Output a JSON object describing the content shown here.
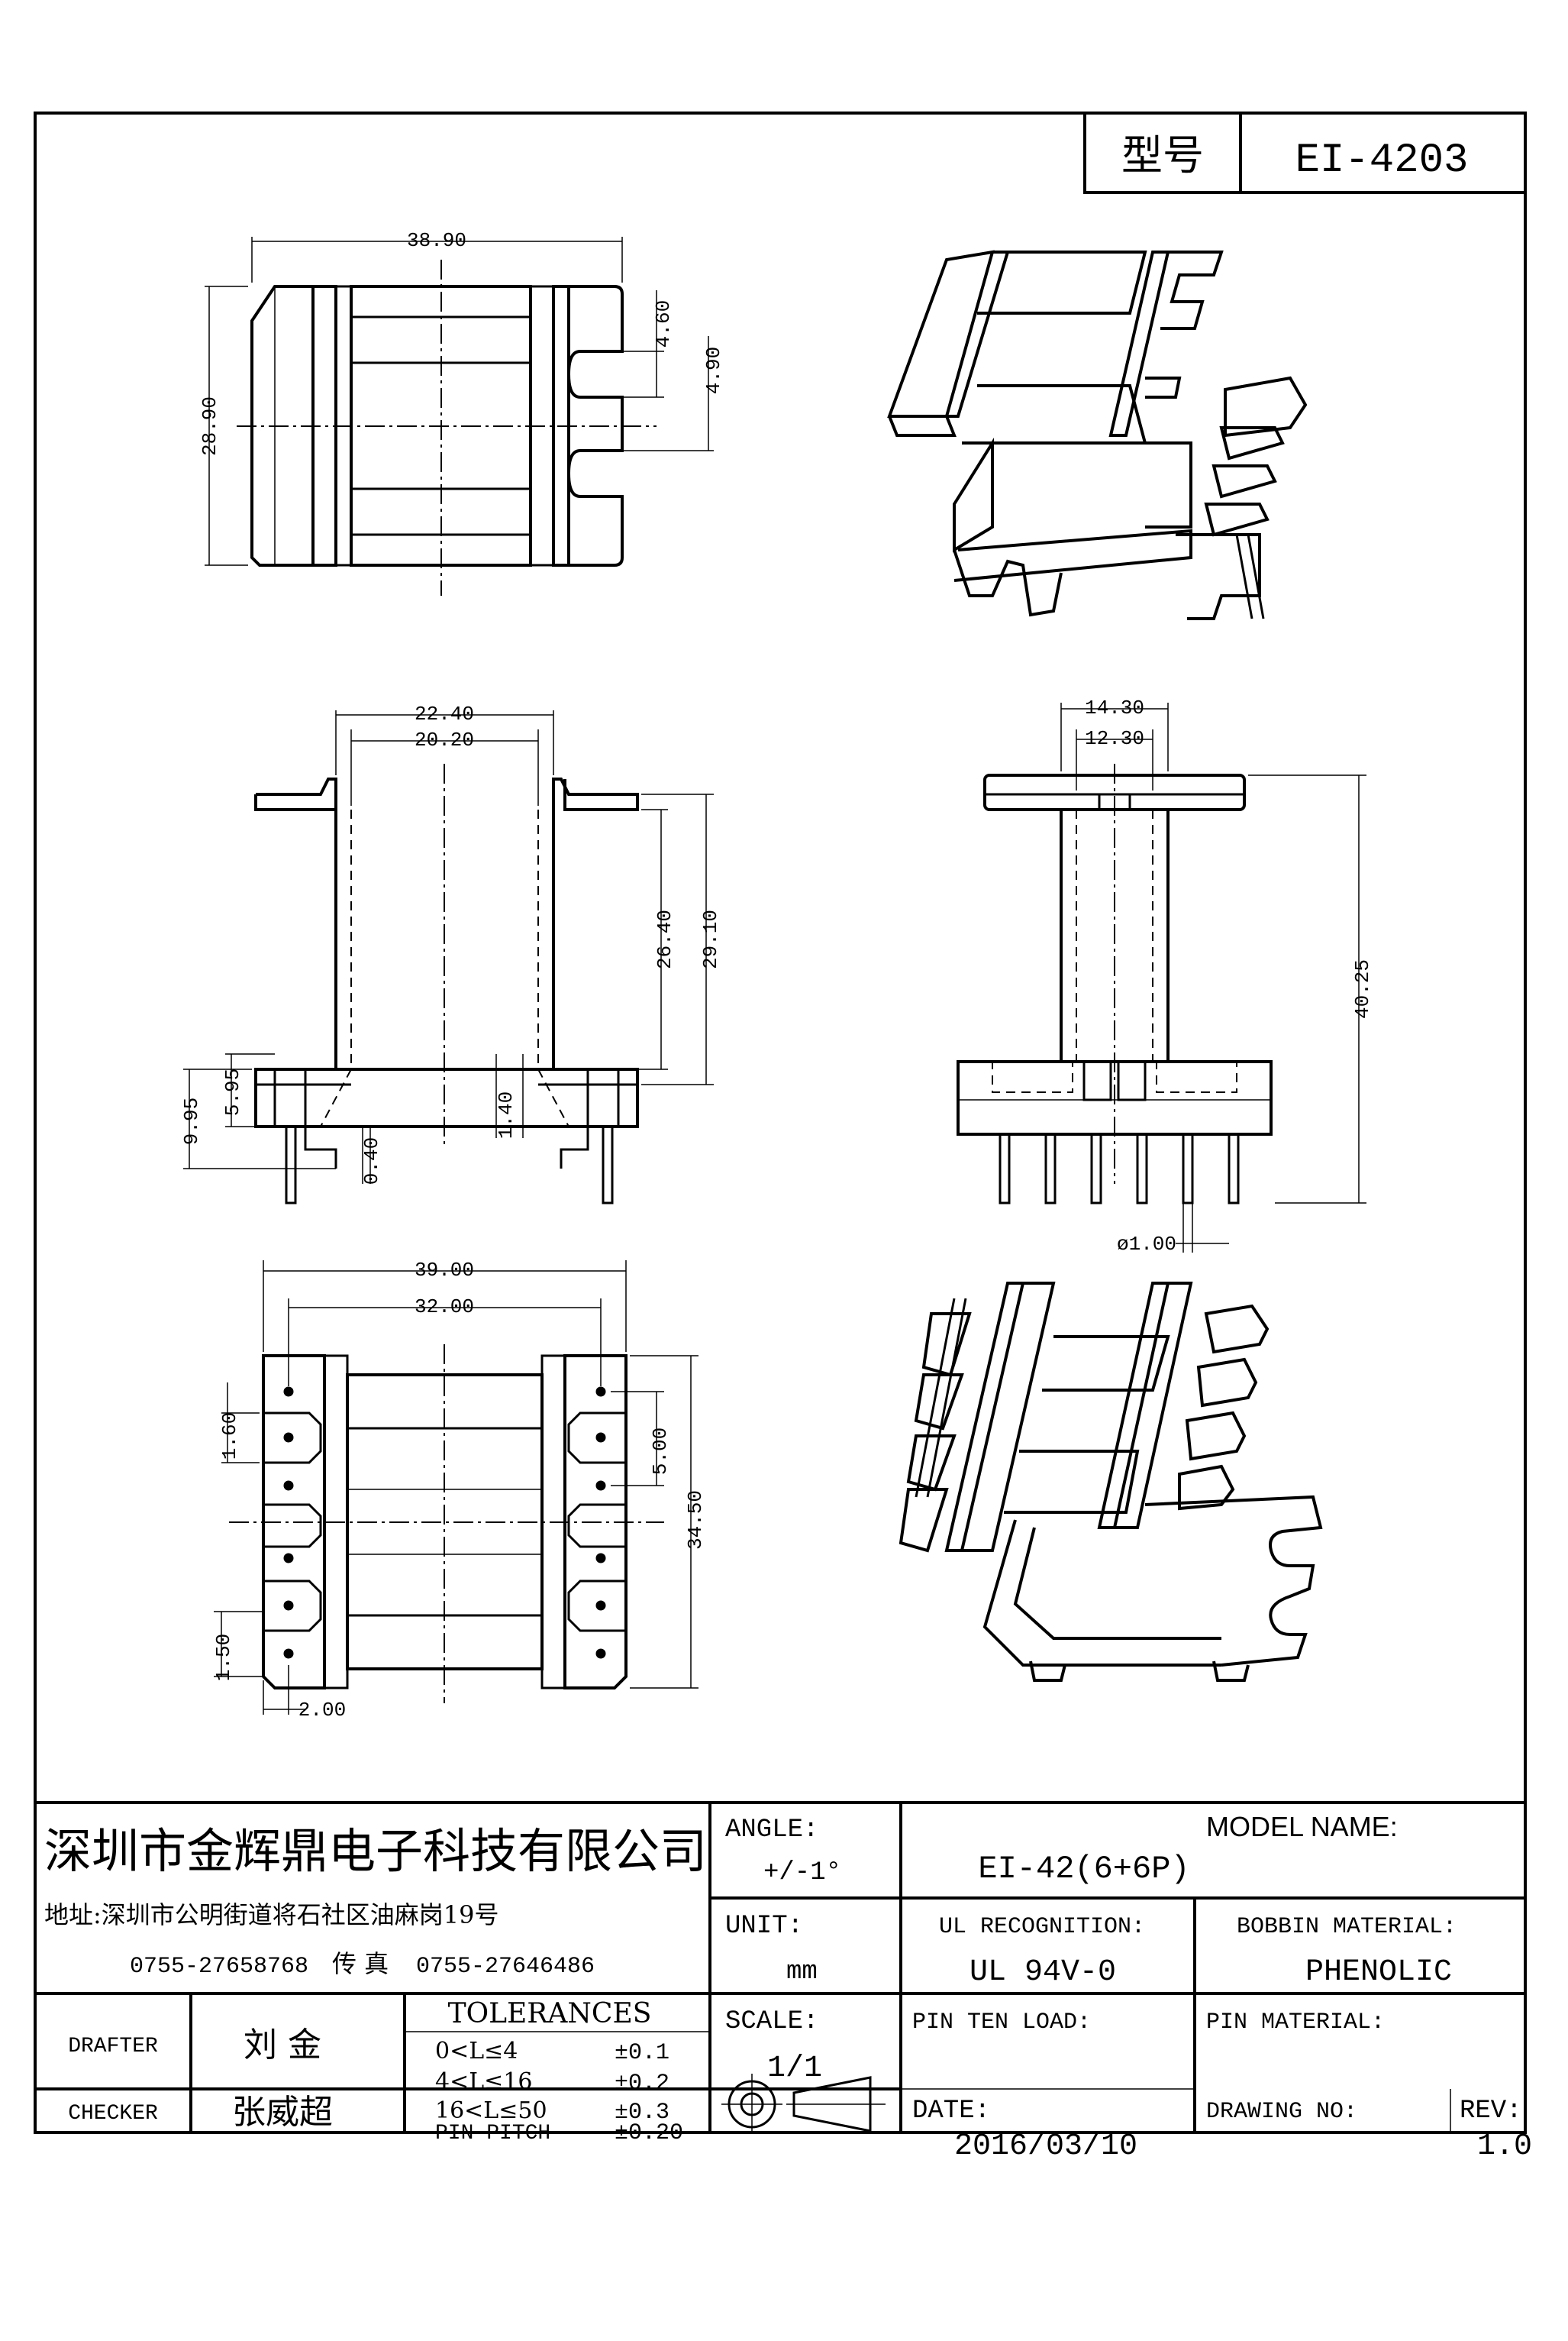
{
  "type_label": "型号",
  "type_value": "EI-4203",
  "views": {
    "top": {
      "dims": [
        "38.90",
        "28.90",
        "4.60",
        "4.90"
      ]
    },
    "front": {
      "dims": [
        "22.40",
        "20.20",
        "26.40",
        "29.10",
        "9.95",
        "5.95",
        "0.40",
        "1.40"
      ]
    },
    "side": {
      "dims": [
        "14.30",
        "12.30",
        "40.25",
        "ø1.00"
      ]
    },
    "bottom": {
      "dims": [
        "39.00",
        "32.00",
        "1.60",
        "5.00",
        "34.50",
        "1.50",
        "2.00"
      ]
    }
  },
  "title_block": {
    "company": "深圳市金辉鼎电子科技有限公司",
    "address": "地址:深圳市公明街道将石社区油麻岗19号",
    "phone": "0755-27658768",
    "fax_label": "传 真",
    "fax": "0755-27646486",
    "angle_label": "ANGLE:",
    "angle_value": "+/-1°",
    "model_label": "MODEL NAME:",
    "model_value": "EI-42(6+6P)",
    "unit_label": "UNIT:",
    "unit_value": "mm",
    "ul_label": "UL RECOGNITION:",
    "ul_value": "UL 94V-0",
    "bobbin_label": "BOBBIN MATERIAL:",
    "bobbin_value": "PHENOLIC",
    "drafter_label": "DRAFTER",
    "drafter_value": "刘 金",
    "checker_label": "CHECKER",
    "checker_value": "张威超",
    "tolerances_label": "TOLERANCES",
    "tolerances": [
      {
        "range": "0<L≤4",
        "value": "±0.1"
      },
      {
        "range": "4<L≤16",
        "value": "±0.2"
      },
      {
        "range": "16<L≤50",
        "value": "±0.3"
      },
      {
        "range": "PIN PITCH",
        "value": "±0.20"
      }
    ],
    "scale_label": "SCALE:",
    "scale_value": "1/1",
    "pin_ten_label": "PIN TEN LOAD:",
    "pin_mat_label": "PIN MATERIAL:",
    "date_label": "DATE:",
    "date_value": "2016/03/10",
    "drawing_no_label": "DRAWING NO:",
    "rev_label": "REV:",
    "rev_value": "1.0"
  }
}
